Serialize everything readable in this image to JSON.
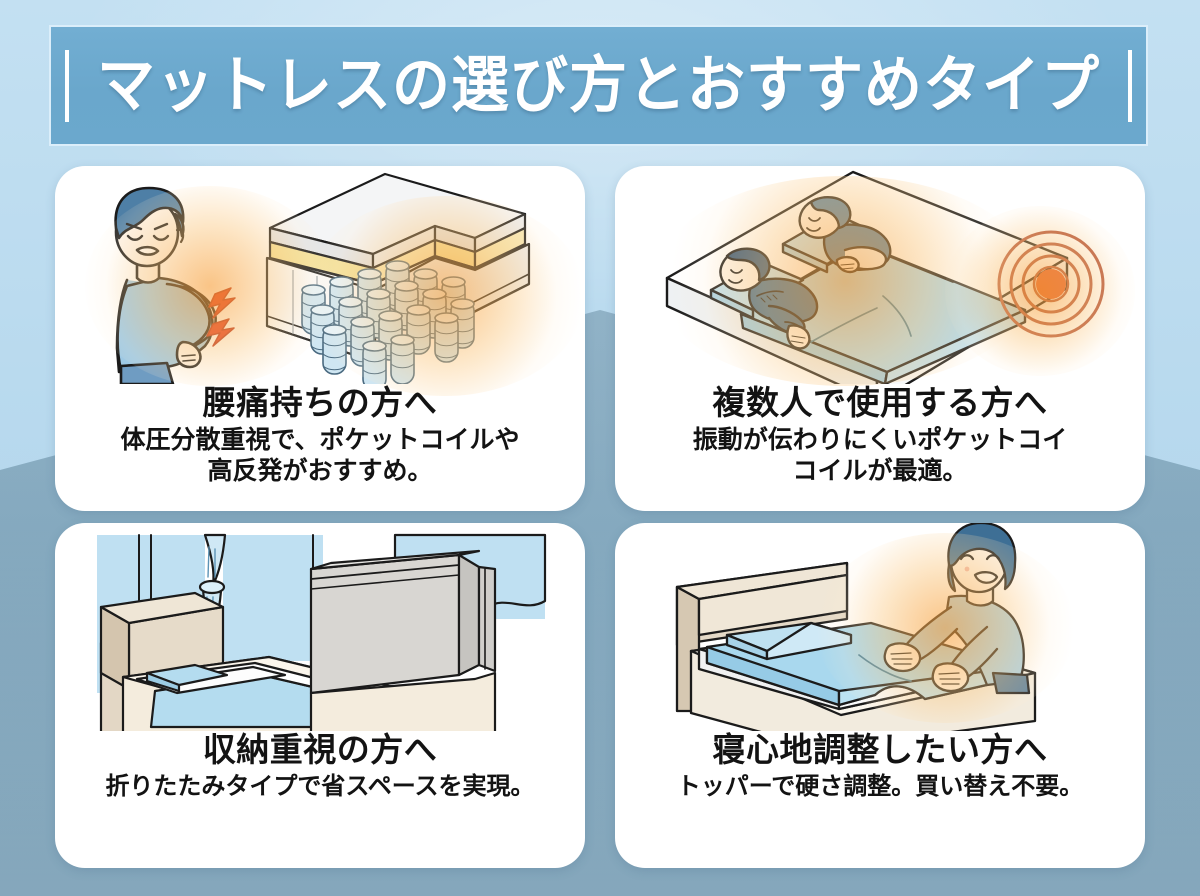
{
  "header": {
    "title": "マットレスの選び方とおすすめタイプ",
    "rule_left": "vertical-bar",
    "rule_right": "vertical-bar",
    "banner_color": "#6da9ce",
    "title_color": "#ffffff"
  },
  "theme": {
    "wall_color": "#b9d9ee",
    "floor_color": "#83a9c0",
    "card_color": "#ffffff",
    "accent_orange": "#e8572a",
    "accent_blue": "#8fc5e2",
    "text_color": "#131313"
  },
  "cards": [
    {
      "id": "back-pain",
      "heading": "腰痛持ちの方へ",
      "body": "体圧分散重視で、ポケットコイルや\n高反発がおすすめ。",
      "illustration": "man-with-back-pain-and-pocket-coil-mattress-cutaway"
    },
    {
      "id": "multiple-sleepers",
      "heading": "複数人で使用する方へ",
      "body": "振動が伝わりにくいポケットコイ\nコイルが最適。",
      "illustration": "two-people-sleeping-with-vibration-ripple"
    },
    {
      "id": "storage",
      "heading": "収納重視の方へ",
      "body": "折りたたみタイプで省スペースを実現。",
      "illustration": "bedroom-with-folded-mattress-standing"
    },
    {
      "id": "comfort-adjust",
      "heading": "寝心地調整したい方へ",
      "body": "トッパーで硬さ調整。買い替え不要。",
      "illustration": "woman-placing-mattress-topper-on-bed"
    }
  ]
}
